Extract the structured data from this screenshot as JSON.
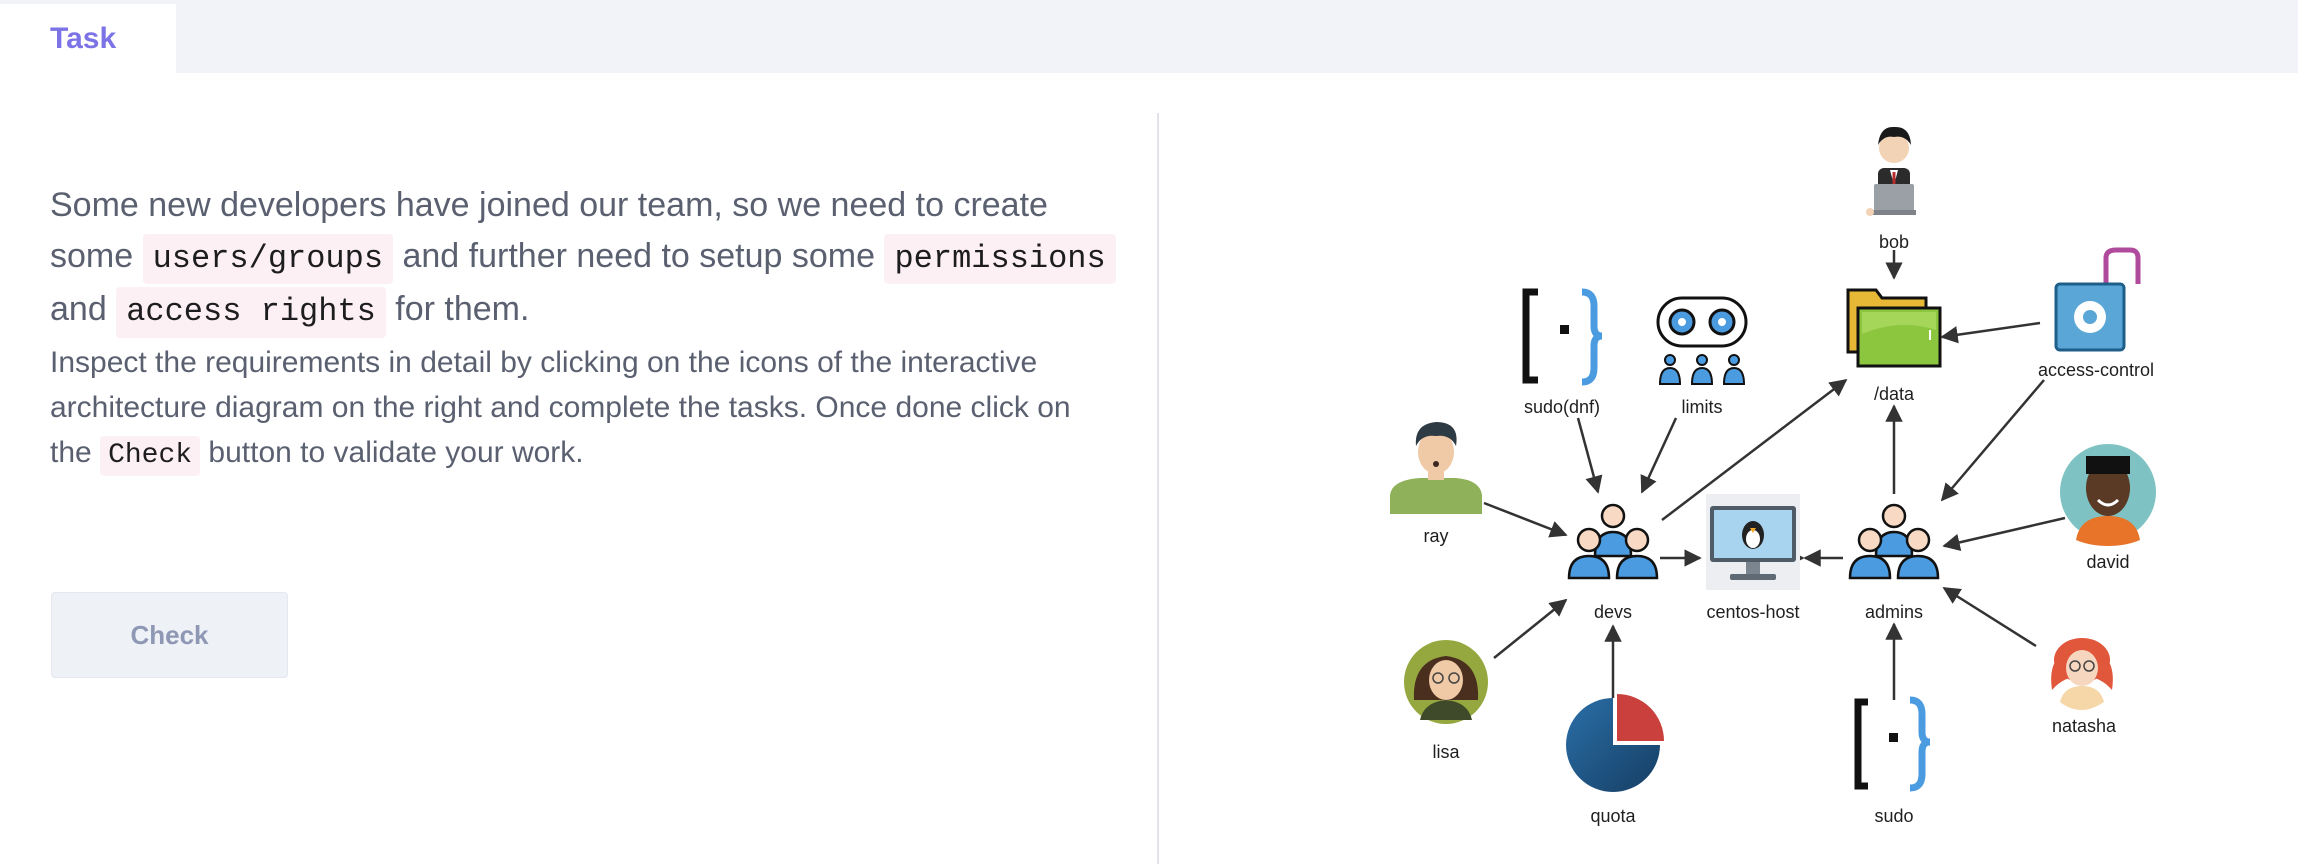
{
  "header": {
    "tab_label": "Task"
  },
  "task": {
    "intro": {
      "part1": "Some new developers have joined our team, so we need to create some",
      "code1": "users/groups",
      "part2": "and further need to setup some",
      "code2": "permissions",
      "part3": "and",
      "code3": "access rights",
      "part4": "for them."
    },
    "instructions": {
      "part1": "Inspect the requirements in detail by clicking on the icons of the interactive architecture diagram on the right and complete the tasks. Once done click on the",
      "code": "Check",
      "part2": "button to validate your work."
    },
    "check_button": "Check"
  },
  "diagram": {
    "nodes": {
      "bob": "bob",
      "sudo_dnf": "sudo(dnf)",
      "limits": "limits",
      "data": "/data",
      "access_control": "access-control",
      "ray": "ray",
      "devs": "devs",
      "centos_host": "centos-host",
      "admins": "admins",
      "david": "david",
      "lisa": "lisa",
      "quota": "quota",
      "sudo": "sudo",
      "natasha": "natasha"
    }
  },
  "colors": {
    "accent": "#7c73e6",
    "code_bg": "#fdf0f4",
    "text": "#5a6070",
    "button_bg": "#eef1f6",
    "button_text": "#8e97b4"
  }
}
